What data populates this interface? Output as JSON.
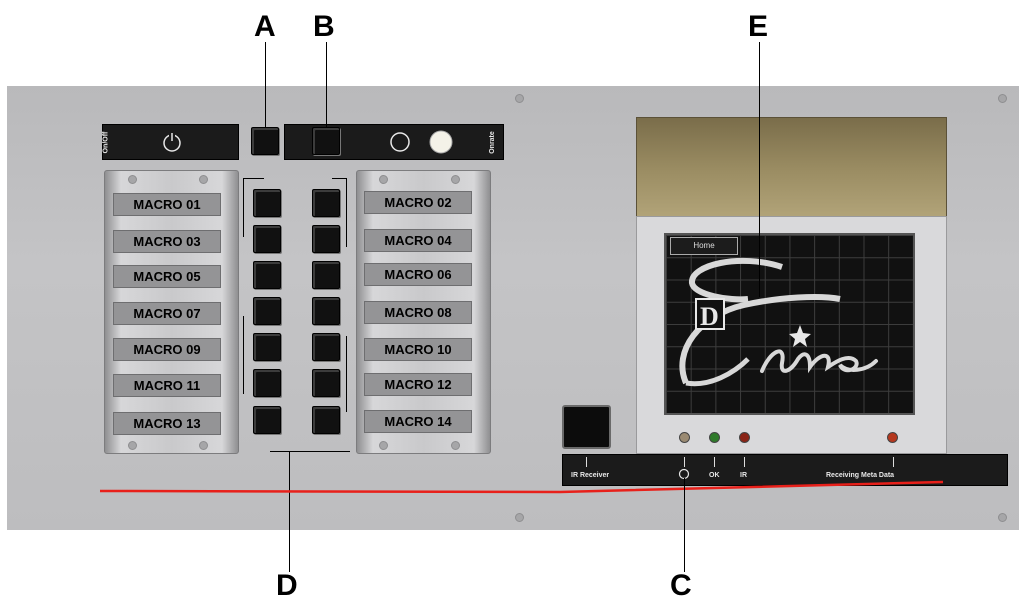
{
  "callouts": {
    "a": "A",
    "b": "B",
    "c": "C",
    "d": "D",
    "e": "E"
  },
  "top_left_strip": {
    "onoff_label": "On/Off"
  },
  "top_right_strip": {
    "onrate_label": "Onrate"
  },
  "macros_left": [
    "MACRO 01",
    "MACRO 03",
    "MACRO 05",
    "MACRO 07",
    "MACRO 09",
    "MACRO 11",
    "MACRO 13"
  ],
  "macros_right": [
    "MACRO 02",
    "MACRO 04",
    "MACRO 06",
    "MACRO 08",
    "MACRO 10",
    "MACRO 12",
    "MACRO 14"
  ],
  "screen": {
    "home_tab": "Home"
  },
  "bottom_strip": {
    "ir_receiver": "IR Receiver",
    "ok": "OK",
    "ir": "IR",
    "receiving_meta_data": "Receiving Meta Data"
  },
  "colors": {
    "red_line": "#e8201a",
    "led_ok": "#2f7a2a",
    "led_ir": "#8a2416",
    "led_meta": "#b5381e",
    "led_power": "#9a8a72"
  }
}
